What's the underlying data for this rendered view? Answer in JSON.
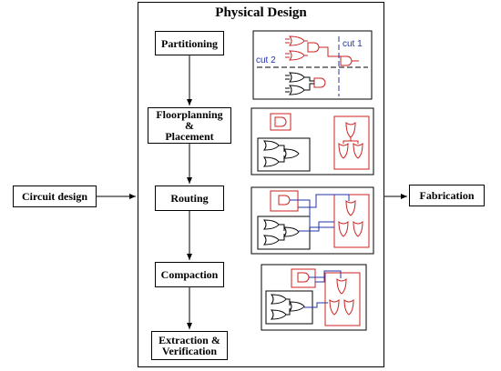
{
  "title": "Physical Design",
  "input_box": "Circuit design",
  "output_box": "Fabrication",
  "steps": [
    "Partitioning",
    "Floorplanning\n&\nPlacement",
    "Routing",
    "Compaction",
    "Extraction &\nVerification"
  ],
  "cut_labels": [
    "cut 1",
    "cut 2"
  ],
  "colors": {
    "line": "#000000",
    "gate_red": "#cc2222",
    "wire_blue": "#2233aa",
    "gate_black": "#000000"
  }
}
